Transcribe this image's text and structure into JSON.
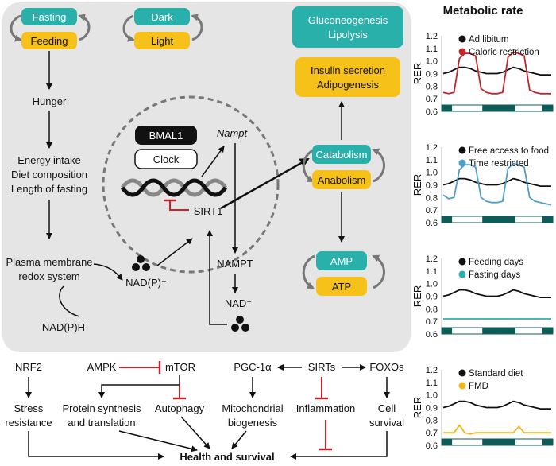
{
  "cycles": {
    "fasting": "Fasting",
    "feeding": "Feeding",
    "dark": "Dark",
    "light": "Light",
    "catabolism": "Catabolism",
    "anabolism": "Anabolism",
    "amp": "AMP",
    "atp": "ATP"
  },
  "boxes": {
    "gluconeo_l1": "Gluconeogenesis",
    "gluconeo_l2": "Lipolysis",
    "insulin_l1": "Insulin secretion",
    "insulin_l2": "Adipogenesis"
  },
  "left_flow": {
    "hunger": "Hunger",
    "energy_l1": "Energy intake",
    "energy_l2": "Diet composition",
    "energy_l3": "Length of fasting",
    "plasma_l1": "Plasma membrane",
    "plasma_l2": "redox system",
    "nadph": "NAD(P)H",
    "nadp": "NAD(P)⁺"
  },
  "nucleus": {
    "bmal1": "BMAL1",
    "clock": "Clock",
    "nampt_gene": "Nampt",
    "sirt1": "SIRT1"
  },
  "salvage": {
    "nampt": "NAMPT",
    "nad": "NAD⁺"
  },
  "bottom": {
    "nrf2": "NRF2",
    "ampk": "AMPK",
    "mtor": "mTOR",
    "pgc": "PGC-1α",
    "sirts": "SIRTs",
    "foxos": "FOXOs",
    "stress_l1": "Stress",
    "stress_l2": "resistance",
    "protein_l1": "Protein synthesis",
    "protein_l2": "and translation",
    "autophagy": "Autophagy",
    "mito_l1": "Mitochondrial",
    "mito_l2": "biogenesis",
    "inflammation": "Inflammation",
    "cell_l1": "Cell",
    "cell_l2": "survival",
    "health": "Health and survival"
  },
  "panel_title": "Metabolic rate",
  "chart_data": [
    {
      "type": "line",
      "ylabel": "RER",
      "ylim": [
        0.6,
        1.2
      ],
      "yticks": [
        0.6,
        0.7,
        0.8,
        0.9,
        1.0,
        1.1,
        1.2
      ],
      "series": [
        {
          "name": "Ad libitum",
          "color": "#111111",
          "values": [
            0.9,
            0.91,
            0.93,
            0.95,
            0.95,
            0.94,
            0.92,
            0.91,
            0.9,
            0.9,
            0.9,
            0.91,
            0.93,
            0.95,
            0.94,
            0.92,
            0.91,
            0.9,
            0.89,
            0.89,
            0.89
          ]
        },
        {
          "name": "Caloric restriction",
          "color": "#c0272d",
          "values": [
            0.75,
            0.74,
            0.75,
            1.02,
            1.06,
            1.06,
            1.04,
            0.78,
            0.75,
            0.74,
            0.74,
            0.75,
            1.03,
            1.07,
            1.06,
            1.04,
            0.77,
            0.75,
            0.74,
            0.74,
            0.74
          ]
        }
      ]
    },
    {
      "type": "line",
      "ylabel": "RER",
      "ylim": [
        0.6,
        1.2
      ],
      "yticks": [
        0.6,
        0.7,
        0.8,
        0.9,
        1.0,
        1.1,
        1.2
      ],
      "series": [
        {
          "name": "Free access to food",
          "color": "#111111",
          "values": [
            0.9,
            0.91,
            0.93,
            0.95,
            0.95,
            0.94,
            0.92,
            0.91,
            0.9,
            0.9,
            0.9,
            0.91,
            0.93,
            0.95,
            0.94,
            0.92,
            0.91,
            0.9,
            0.89,
            0.89,
            0.89
          ]
        },
        {
          "name": "Time restricted",
          "color": "#4f9fc6",
          "values": [
            0.82,
            0.79,
            0.8,
            1.02,
            1.06,
            1.06,
            1.04,
            0.8,
            0.77,
            0.76,
            0.76,
            0.77,
            1.03,
            1.07,
            1.06,
            1.04,
            0.8,
            0.77,
            0.76,
            0.75,
            0.74
          ]
        }
      ]
    },
    {
      "type": "line",
      "ylabel": "RER",
      "ylim": [
        0.6,
        1.2
      ],
      "yticks": [
        0.6,
        0.7,
        0.8,
        0.9,
        1.0,
        1.1,
        1.2
      ],
      "series": [
        {
          "name": "Feeding days",
          "color": "#111111",
          "values": [
            0.9,
            0.91,
            0.93,
            0.95,
            0.95,
            0.94,
            0.92,
            0.91,
            0.9,
            0.9,
            0.9,
            0.91,
            0.93,
            0.95,
            0.94,
            0.92,
            0.91,
            0.9,
            0.89,
            0.89,
            0.89
          ]
        },
        {
          "name": "Fasting days",
          "color": "#2ab0ab",
          "values": [
            0.72,
            0.72,
            0.72,
            0.72,
            0.72,
            0.72,
            0.72,
            0.72,
            0.72,
            0.72,
            0.72,
            0.72,
            0.72,
            0.72,
            0.72,
            0.72,
            0.72,
            0.72,
            0.72,
            0.72,
            0.72
          ]
        }
      ]
    },
    {
      "type": "line",
      "ylabel": "RER",
      "ylim": [
        0.6,
        1.2
      ],
      "yticks": [
        0.6,
        0.7,
        0.8,
        0.9,
        1.0,
        1.1,
        1.2
      ],
      "series": [
        {
          "name": "Standard diet",
          "color": "#111111",
          "values": [
            0.9,
            0.91,
            0.93,
            0.95,
            0.95,
            0.94,
            0.92,
            0.91,
            0.9,
            0.9,
            0.9,
            0.91,
            0.93,
            0.95,
            0.94,
            0.92,
            0.91,
            0.9,
            0.89,
            0.89,
            0.89
          ]
        },
        {
          "name": "FMD",
          "color": "#f2b61f",
          "values": [
            0.7,
            0.7,
            0.7,
            0.76,
            0.7,
            0.69,
            0.7,
            0.7,
            0.7,
            0.7,
            0.7,
            0.7,
            0.7,
            0.7,
            0.75,
            0.7,
            0.7,
            0.7,
            0.7,
            0.7,
            0.7
          ]
        }
      ]
    }
  ],
  "colors": {
    "teal": "#2ab0ab",
    "yellow": "#f6c21a",
    "panel_gray": "#e4e5e4",
    "inhibit_red": "#c0272d",
    "bar_dark": "#0e5c58"
  }
}
